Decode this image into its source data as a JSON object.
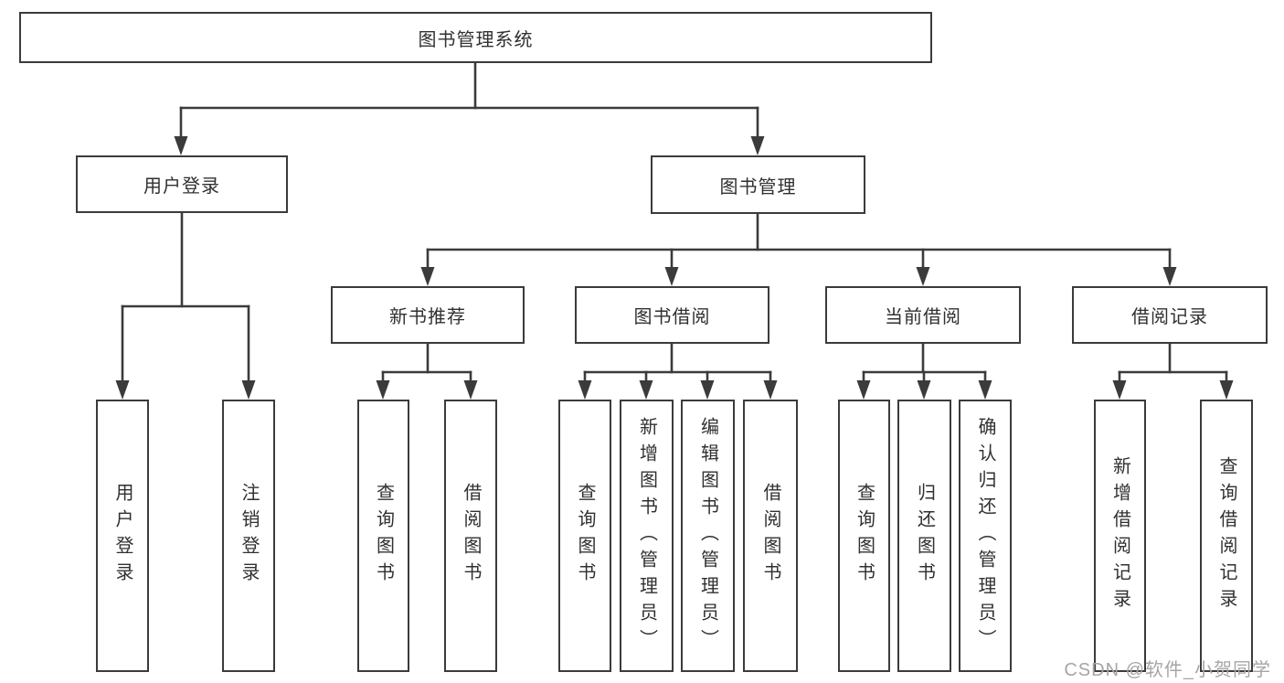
{
  "tree": {
    "root": {
      "label": "图书管理系统",
      "children": [
        {
          "label": "用户登录",
          "children": [
            {
              "label": "用户登录"
            },
            {
              "label": "注销登录"
            }
          ]
        },
        {
          "label": "图书管理",
          "children": [
            {
              "label": "新书推荐",
              "children": [
                {
                  "label": "查询图书"
                },
                {
                  "label": "借阅图书"
                }
              ]
            },
            {
              "label": "图书借阅",
              "children": [
                {
                  "label": "查询图书"
                },
                {
                  "label": "新增图书（管理员）"
                },
                {
                  "label": "编辑图书（管理员）"
                },
                {
                  "label": "借阅图书"
                }
              ]
            },
            {
              "label": "当前借阅",
              "children": [
                {
                  "label": "查询图书"
                },
                {
                  "label": "归还图书"
                },
                {
                  "label": "确认归还（管理员）"
                }
              ]
            },
            {
              "label": "借阅记录",
              "children": [
                {
                  "label": "新增借阅记录"
                },
                {
                  "label": "查询借阅记录"
                }
              ]
            }
          ]
        }
      ]
    }
  },
  "watermark": {
    "text": "CSDN @软件_小贺同学"
  },
  "colors": {
    "background": "#ffffff",
    "line": "#3b3b3b",
    "box_border": "#3b3b3b",
    "text": "#303030",
    "watermark_text": "#a6a6a6"
  }
}
